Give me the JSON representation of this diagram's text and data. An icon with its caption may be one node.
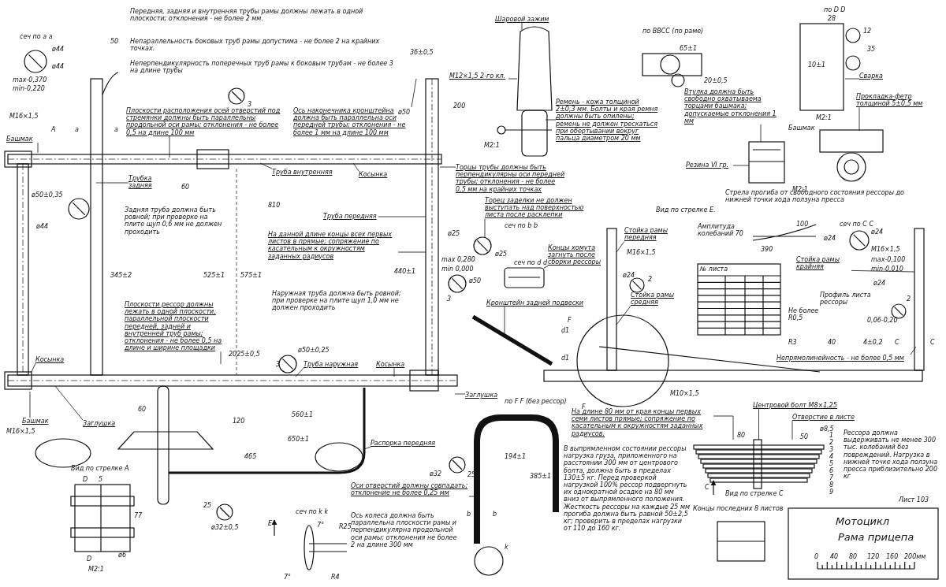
{
  "diagram": {
    "nodes": [
      {
        "text": [
          "Плоскости расположения осей отверстий под стремянки должны быть параллельны продольной оси рамы; отклонения - не более 0,5 на длине 100 мм"
        ]
      },
      {
        "text": [
          "Ось наконечника кронштейна должна быть параллельна оси передней трубы; отклонения - не более 1 мм на длине 100 мм"
        ]
      },
      {
        "text": [
          "Шаровой зажим"
        ]
      },
      {
        "text": [
          "М12×1,5 2-го кл."
        ]
      },
      {
        "text": [
          "Ремень - кожа толщиной 2±0,3 мм. Болты и края ремня должны быть опилены; ремень не должен трескаться при обертывании вокруг пальца диаметром 20 мм"
        ]
      },
      {
        "text": [
          "Втулка должна быть свободно охватываема торцами башмака; допускаемые отклонения 1 мм"
        ]
      },
      {
        "text": [
          "Резина VI гр."
        ]
      },
      {
        "text": [
          "Сварка"
        ]
      },
      {
        "text": [
          "Прокладка-фетр толщиной 5±0,5 мм"
        ]
      },
      {
        "text": [
          "Трубка задняя"
        ]
      },
      {
        "text": [
          "Труба внутренняя"
        ]
      },
      {
        "text": [
          "Косынка"
        ]
      },
      {
        "text": [
          "Торцы трубы должны быть перпендикулярны оси передней трубы; отклонения - не более 0,5 мм на крайних точках"
        ]
      },
      {
        "text": [
          "Торец заделки не должен выступать над поверхностью листа после расклепки"
        ]
      },
      {
        "text": [
          "Концы хомута загнуть после сборки рессоры"
        ]
      },
      {
        "text": [
          "Труба передняя"
        ]
      },
      {
        "text": [
          "На данной длине концы всех первых листов в прямые; сопряжение по касательным к окружностям заданных радиусов"
        ]
      },
      {
        "text": [
          "Плоскости рессор должны лежать в одной плоскости, параллельной плоскости передней, задней и внутренней труб рамы; отклонения - не более 0,5 на длине и ширине площадки"
        ]
      },
      {
        "text": [
          "Труба наружная"
        ]
      },
      {
        "text": [
          "Косынка"
        ]
      },
      {
        "text": [
          "Косынка"
        ]
      },
      {
        "text": [
          "Заглушка"
        ]
      },
      {
        "text": [
          "Заглушка"
        ]
      },
      {
        "text": [
          "Башмак"
        ]
      },
      {
        "text": [
          "Башмак"
        ]
      },
      {
        "text": [
          "Распорка передняя"
        ]
      },
      {
        "text": [
          "Кронштейн задней подвески"
        ]
      },
      {
        "text": [
          "Стойка рамы передняя"
        ]
      },
      {
        "text": [
          "Стойка рамы средняя"
        ]
      },
      {
        "text": [
          "Стойка рамы крайняя"
        ]
      },
      {
        "text": [
          "Оси отверстий должны совпадать; отклонение не более 0,25 мм"
        ]
      },
      {
        "text": [
          "Непрямолинейность - не более 0,5 мм"
        ]
      },
      {
        "text": [
          "На длине 80 мм от края концы первых семи листов прямые; сопряжение по касательным к окружностям заданных радиусов."
        ]
      },
      {
        "text": [
          "Центровой болт М8×1,25"
        ]
      },
      {
        "text": [
          "Отверстие в листе"
        ]
      },
      {
        "text": [],
        "shape": "picture"
      },
      {
        "text": [],
        "shape": "picture"
      },
      {
        "text": [],
        "shape": "circle"
      },
      {
        "text": [],
        "shape": "picture"
      }
    ],
    "edges": [
      {
        "from": 0,
        "to": null,
        "arrow": "none"
      },
      {
        "from": 1,
        "to": null,
        "arrow": "none"
      },
      {
        "from": 2,
        "to": null,
        "arrow": "none"
      },
      {
        "from": 3,
        "to": null,
        "arrow": "none"
      },
      {
        "from": 4,
        "to": null,
        "arrow": "none"
      },
      {
        "from": 5,
        "to": null,
        "arrow": "none"
      },
      {
        "from": 6,
        "to": null,
        "arrow": "none"
      },
      {
        "from": 7,
        "to": null,
        "arrow": "none"
      },
      {
        "from": 8,
        "to": null,
        "arrow": "none"
      },
      {
        "from": 9,
        "to": null,
        "arrow": "none"
      },
      {
        "from": 10,
        "to": null,
        "arrow": "none"
      },
      {
        "from": 11,
        "to": null,
        "arrow": "none"
      },
      {
        "from": 12,
        "to": null,
        "arrow": "none"
      },
      {
        "from": 13,
        "to": 37,
        "arrow": "none"
      },
      {
        "from": 14,
        "to": 38,
        "arrow": "none"
      },
      {
        "from": 15,
        "to": null,
        "arrow": "none"
      },
      {
        "from": 16,
        "to": null,
        "arrow": "none"
      },
      {
        "from": 17,
        "to": null,
        "arrow": "none"
      },
      {
        "from": 18,
        "to": null,
        "arrow": "none"
      },
      {
        "from": 19,
        "to": null,
        "arrow": "none"
      },
      {
        "from": 20,
        "to": null,
        "arrow": "none"
      },
      {
        "from": 21,
        "to": null,
        "arrow": "none"
      },
      {
        "from": 22,
        "to": null,
        "arrow": "none"
      },
      {
        "from": 23,
        "to": null,
        "arrow": "none"
      },
      {
        "from": 24,
        "to": null,
        "arrow": "none"
      },
      {
        "from": 25,
        "to": null,
        "arrow": "none"
      },
      {
        "from": 26,
        "to": null,
        "arrow": "none"
      },
      {
        "from": 27,
        "to": null,
        "arrow": "none"
      },
      {
        "from": 28,
        "to": null,
        "arrow": "none"
      },
      {
        "from": 29,
        "to": null,
        "arrow": "none"
      },
      {
        "from": 30,
        "to": 35,
        "arrow": "none"
      },
      {
        "from": 31,
        "to": null,
        "arrow": "none"
      },
      {
        "from": 32,
        "to": 36,
        "arrow": "none"
      },
      {
        "from": 33,
        "to": 36,
        "arrow": "none"
      },
      {
        "from": 34,
        "to": 36,
        "arrow": "none"
      }
    ],
    "labels": [
      "Передняя, задняя и внутренняя трубы рамы должны лежать в одной плоскости; отклонения - не более 2 мм.",
      "Непараллельность боковых труб рамы допустима - не более 2 на крайних точках.",
      "Неперпендикулярность поперечных труб рамы к боковым трубам - не более 3 на длине трубы",
      "сеч по а а",
      "ø44",
      "ø44",
      "max-0,370",
      "min-0,220",
      "50",
      "М16×1,5",
      "А",
      "а",
      "а",
      "ø50±0,35",
      "ø44",
      "Задняя труба должна быть ровной; при проверке на плите щуп 0,6 мм не должен проходить",
      "60",
      "810",
      "36±0,5",
      "200",
      "ø50",
      "3",
      "М2:1",
      "по ВВСС (по раме)",
      "65±1",
      "20±0,5",
      "по D D",
      "28",
      "12",
      "35",
      "10±1",
      "М2:1",
      "Башмак",
      "М2:1",
      "Вид по стрелке Е.",
      "Стрела прогиба от свободного состояния рессоры до нижней точки хода ползуна пресса",
      "Амплитуда колебаний 70",
      "100",
      "сеч по С С",
      "390",
      "ø24",
      "ø24",
      "М16×1,5",
      "max-0,100",
      "min-0,010",
      "ø24",
      "2",
      "М16×1,5",
      "ø24",
      "2",
      "сеч по b b",
      "ø25",
      "ø25",
      "max 0,280",
      "min 0,000",
      "сеч по d d",
      "440±1",
      "345±2",
      "525±1",
      "575±1",
      "2025±0,5",
      "ø50",
      "3",
      "Наружная труба должна быть ровной; при проверке на плите щуп 1,0 мм не должен проходить",
      "ø50±0,25",
      "3",
      "М16×1,5",
      "60",
      "120",
      "560±1",
      "650±1",
      "465",
      "Вид по стрелке А",
      "D",
      "5",
      "77",
      "D",
      "ø6",
      "М2:1",
      "25",
      "ø32±0,5",
      "Е",
      "сеч по k k",
      "7°",
      "R25",
      "7°",
      "R4",
      "по F F (без рессор)",
      "194±1",
      "385±1",
      "ø32",
      "25",
      "b",
      "b",
      "k",
      "Ось колеса должна быть параллельна плоскости рамы и перпендикулярна продольной оси рамы; отклонения не более 2 на длине 300 мм",
      "F",
      "F",
      "d1",
      "d1",
      "№ листа",
      "Профиль листа рессоры",
      "Не более R0,5",
      "0,06-0,20",
      "R3",
      "40",
      "4±0,2",
      "С",
      "С",
      "М10×1,5",
      "ø8,5",
      "80",
      "50",
      "1",
      "2",
      "3",
      "4",
      "5",
      "6",
      "7",
      "8",
      "9",
      "В выпрямленном состоянии рессоры нагрузка груза, приложенного на расстоянии 300 мм от центрового болта, должна быть в пределах 130±5 кг. Перед проверкой нагрузкой 100% рессор подвергнуть их однократной осадке на 80 мм вниз от выпрямленного положения. Жесткость рессоры на каждые 25 мм прогиба должна быть равной 50±2,5 кг; проверить в пределах нагрузки от 110 до 160 кг.",
      "С",
      "Вид по стрелке С",
      "Концы последних 8 листов",
      "Рессора должна выдерживать не менее 300 тыс. колебаний без повреждений. Нагрузка в нижней точке хода ползуна пресса приблизительно 200 кг",
      "Лист 103",
      "Мотоцикл",
      "Рама прицепа",
      "0",
      "40",
      "80",
      "120",
      "160",
      "200мм"
    ]
  }
}
